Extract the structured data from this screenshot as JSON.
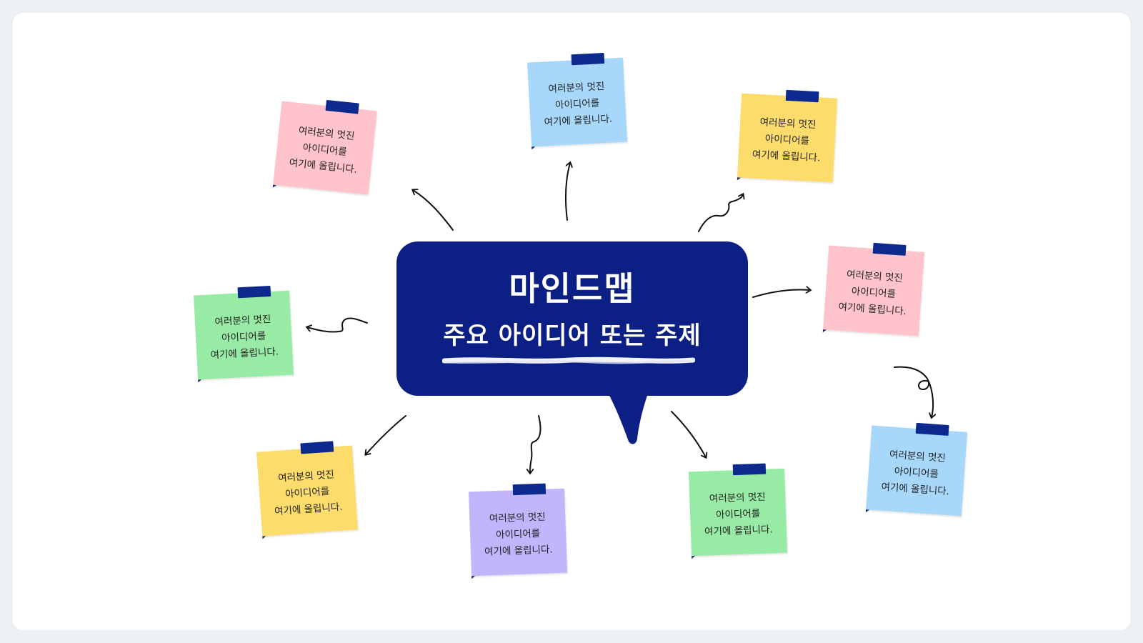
{
  "center": {
    "title": "마인드맵",
    "subtitle": "주요 아이디어 또는 주제",
    "color": "#0b1f85"
  },
  "notes": [
    {
      "text": "여러분의 멋진\n아이디어를\n여기에 올립니다.",
      "color": "#ffc4cb"
    },
    {
      "text": "여러분의 멋진\n아이디어를\n여기에 올립니다.",
      "color": "#a7d8fb"
    },
    {
      "text": "여러분의 멋진\n아이디어를\n여기에 올립니다.",
      "color": "#fddc6b"
    },
    {
      "text": "여러분의 멋진\n아이디어를\n여기에 올립니다.",
      "color": "#98eba4"
    },
    {
      "text": "여러분의 멋진\n아이디어를\n여기에 올립니다.",
      "color": "#ffc4cb"
    },
    {
      "text": "여러분의 멋진\n아이디어를\n여기에 올립니다.",
      "color": "#fddc6b"
    },
    {
      "text": "여러분의 멋진\n아이디어를\n여기에 올립니다.",
      "color": "#c2b5fb"
    },
    {
      "text": "여러분의 멋진\n아이디어를\n여기에 올립니다.",
      "color": "#98eba4"
    },
    {
      "text": "여러분의 멋진\n아이디어를\n여기에 올립니다.",
      "color": "#a7d8fb"
    }
  ],
  "tape_color": "#0c2a8e"
}
